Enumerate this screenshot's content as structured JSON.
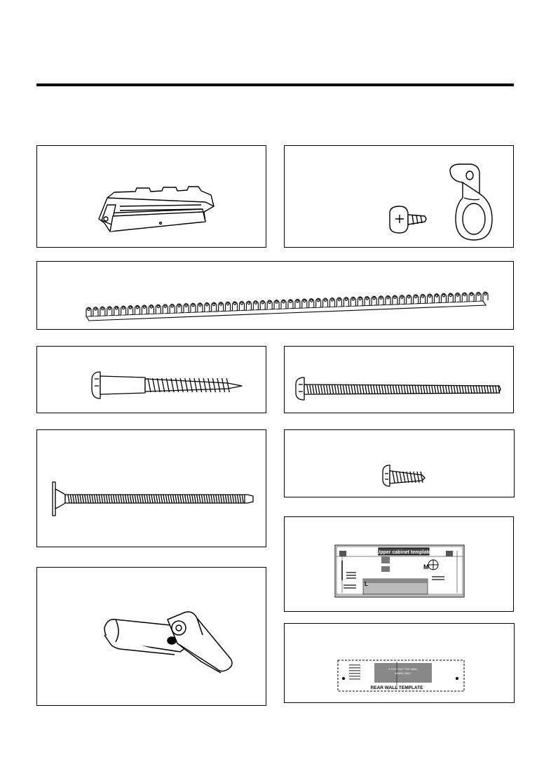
{
  "page": {
    "title": ""
  },
  "templates": {
    "upper": {
      "banner": "Upper cabinet template",
      "corner_left": "L",
      "corner_mid": "M"
    },
    "rear": {
      "banner_line1": "⚠ CUT OUT THE WALL",
      "banner_line2": "WHEN ONLY",
      "title": "REAR WALL TEMPLATE"
    }
  }
}
